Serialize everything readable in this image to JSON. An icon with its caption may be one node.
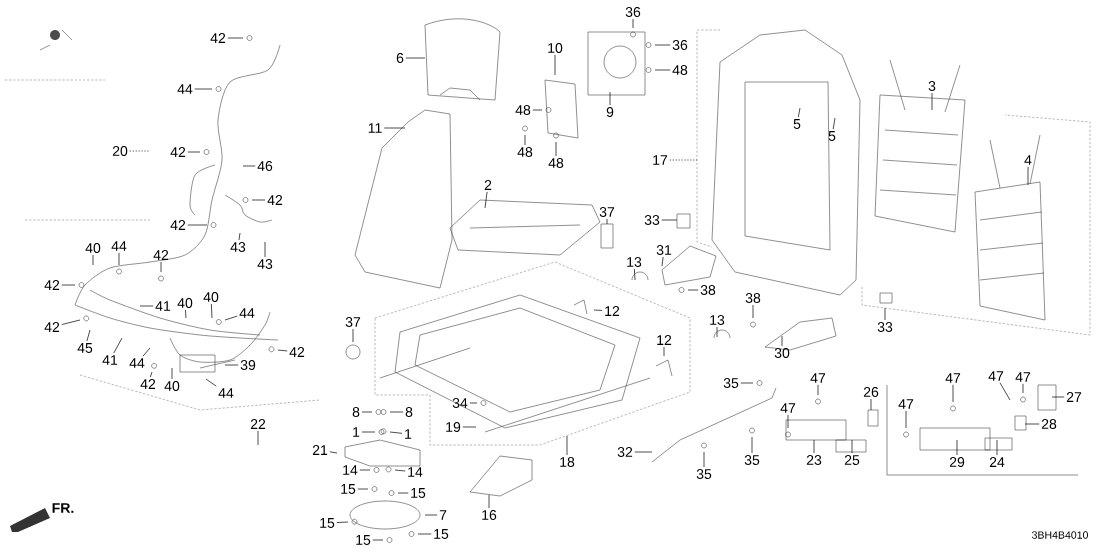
{
  "diagram": {
    "nodes": [
      {
        "text": [
          "42"
        ]
      },
      {
        "text": [
          "44"
        ]
      },
      {
        "text": [
          "20"
        ]
      },
      {
        "text": [
          "42"
        ]
      },
      {
        "text": [
          "46"
        ]
      },
      {
        "text": [
          "42"
        ]
      },
      {
        "text": [
          "42"
        ]
      },
      {
        "text": [
          "43"
        ]
      },
      {
        "text": [
          "43"
        ]
      },
      {
        "text": [
          "40"
        ]
      },
      {
        "text": [
          "44"
        ]
      },
      {
        "text": [
          "42"
        ]
      },
      {
        "text": [
          "42"
        ]
      },
      {
        "text": [
          "41"
        ]
      },
      {
        "text": [
          "40"
        ]
      },
      {
        "text": [
          "40"
        ]
      },
      {
        "text": [
          "44"
        ]
      },
      {
        "text": [
          "42"
        ]
      },
      {
        "text": [
          "45"
        ]
      },
      {
        "text": [
          "41"
        ]
      },
      {
        "text": [
          "44"
        ]
      },
      {
        "text": [
          "42"
        ]
      },
      {
        "text": [
          "40"
        ]
      },
      {
        "text": [
          "44"
        ]
      },
      {
        "text": [
          "39"
        ]
      },
      {
        "text": [
          "42"
        ]
      },
      {
        "text": [
          "22"
        ]
      },
      {
        "text": [
          "6"
        ]
      },
      {
        "text": [
          "11"
        ]
      },
      {
        "text": [
          "36"
        ]
      },
      {
        "text": [
          "36"
        ]
      },
      {
        "text": [
          "10"
        ]
      },
      {
        "text": [
          "48"
        ]
      },
      {
        "text": [
          "9"
        ]
      },
      {
        "text": [
          "48"
        ]
      },
      {
        "text": [
          "48"
        ]
      },
      {
        "text": [
          "48"
        ]
      },
      {
        "text": [
          "17"
        ]
      },
      {
        "text": [
          "2"
        ]
      },
      {
        "text": [
          "37"
        ]
      },
      {
        "text": [
          "33"
        ]
      },
      {
        "text": [
          "31"
        ]
      },
      {
        "text": [
          "13"
        ]
      },
      {
        "text": [
          "38"
        ]
      },
      {
        "text": [
          "12"
        ]
      },
      {
        "text": [
          "12"
        ]
      },
      {
        "text": [
          "37"
        ]
      },
      {
        "text": [
          "8"
        ]
      },
      {
        "text": [
          "8"
        ]
      },
      {
        "text": [
          "1"
        ]
      },
      {
        "text": [
          "1"
        ]
      },
      {
        "text": [
          "21"
        ]
      },
      {
        "text": [
          "14"
        ]
      },
      {
        "text": [
          "14"
        ]
      },
      {
        "text": [
          "15"
        ]
      },
      {
        "text": [
          "15"
        ]
      },
      {
        "text": [
          "7"
        ]
      },
      {
        "text": [
          "15"
        ]
      },
      {
        "text": [
          "15"
        ]
      },
      {
        "text": [
          "15"
        ]
      },
      {
        "text": [
          "34"
        ]
      },
      {
        "text": [
          "19"
        ]
      },
      {
        "text": [
          "18"
        ]
      },
      {
        "text": [
          "16"
        ]
      },
      {
        "text": [
          "32"
        ]
      },
      {
        "text": [
          "35"
        ]
      },
      {
        "text": [
          "35"
        ]
      },
      {
        "text": [
          "35"
        ]
      },
      {
        "text": [
          "13"
        ]
      },
      {
        "text": [
          "38"
        ]
      },
      {
        "text": [
          "30"
        ]
      },
      {
        "text": [
          "33"
        ]
      },
      {
        "text": [
          "3"
        ]
      },
      {
        "text": [
          "4"
        ]
      },
      {
        "text": [
          "5"
        ]
      },
      {
        "text": [
          "5"
        ]
      },
      {
        "text": [
          "47"
        ]
      },
      {
        "text": [
          "47"
        ]
      },
      {
        "text": [
          "26"
        ]
      },
      {
        "text": [
          "23"
        ]
      },
      {
        "text": [
          "25"
        ]
      },
      {
        "text": [
          "47"
        ]
      },
      {
        "text": [
          "47"
        ]
      },
      {
        "text": [
          "47"
        ]
      },
      {
        "text": [
          "47"
        ]
      },
      {
        "text": [
          "27"
        ]
      },
      {
        "text": [
          "28"
        ]
      },
      {
        "text": [
          "29"
        ]
      },
      {
        "text": [
          "24"
        ]
      }
    ],
    "edges": [
      {
        "from": 0,
        "to": null,
        "arrow": "none"
      },
      {
        "from": 1,
        "to": null,
        "arrow": "none"
      },
      {
        "from": 2,
        "to": null,
        "arrow": "none",
        "style": "dashed"
      },
      {
        "from": 3,
        "to": null,
        "arrow": "none"
      },
      {
        "from": 4,
        "to": null,
        "arrow": "none"
      },
      {
        "from": 5,
        "to": null,
        "arrow": "none"
      },
      {
        "from": 6,
        "to": null,
        "arrow": "none"
      },
      {
        "from": 7,
        "to": null,
        "arrow": "none"
      },
      {
        "from": 8,
        "to": null,
        "arrow": "none"
      },
      {
        "from": 9,
        "to": null,
        "arrow": "none"
      },
      {
        "from": 10,
        "to": null,
        "arrow": "none"
      },
      {
        "from": 11,
        "to": null,
        "arrow": "none"
      },
      {
        "from": 12,
        "to": null,
        "arrow": "none"
      },
      {
        "from": 13,
        "to": null,
        "arrow": "none"
      },
      {
        "from": 14,
        "to": null,
        "arrow": "none"
      },
      {
        "from": 15,
        "to": null,
        "arrow": "none"
      },
      {
        "from": 16,
        "to": null,
        "arrow": "none"
      },
      {
        "from": 17,
        "to": null,
        "arrow": "none"
      },
      {
        "from": 18,
        "to": null,
        "arrow": "none"
      },
      {
        "from": 19,
        "to": null,
        "arrow": "none"
      },
      {
        "from": 20,
        "to": null,
        "arrow": "none"
      },
      {
        "from": 21,
        "to": null,
        "arrow": "none"
      },
      {
        "from": 22,
        "to": null,
        "arrow": "none"
      },
      {
        "from": 23,
        "to": null,
        "arrow": "none"
      },
      {
        "from": 24,
        "to": null,
        "arrow": "none"
      },
      {
        "from": 25,
        "to": null,
        "arrow": "none"
      },
      {
        "from": 26,
        "to": null,
        "arrow": "none"
      },
      {
        "from": 27,
        "to": null,
        "arrow": "none"
      },
      {
        "from": 28,
        "to": null,
        "arrow": "none"
      },
      {
        "from": 29,
        "to": null,
        "arrow": "none"
      },
      {
        "from": 30,
        "to": null,
        "arrow": "none"
      },
      {
        "from": 31,
        "to": null,
        "arrow": "none"
      },
      {
        "from": 32,
        "to": null,
        "arrow": "none"
      },
      {
        "from": 33,
        "to": null,
        "arrow": "none"
      },
      {
        "from": 34,
        "to": null,
        "arrow": "none"
      },
      {
        "from": 35,
        "to": null,
        "arrow": "none"
      },
      {
        "from": 36,
        "to": null,
        "arrow": "none"
      },
      {
        "from": 37,
        "to": null,
        "arrow": "none",
        "style": "dashed"
      },
      {
        "from": 38,
        "to": null,
        "arrow": "none"
      },
      {
        "from": 39,
        "to": null,
        "arrow": "none"
      },
      {
        "from": 40,
        "to": null,
        "arrow": "none"
      },
      {
        "from": 41,
        "to": null,
        "arrow": "none"
      },
      {
        "from": 42,
        "to": null,
        "arrow": "none"
      },
      {
        "from": 43,
        "to": null,
        "arrow": "none"
      },
      {
        "from": 44,
        "to": null,
        "arrow": "none"
      },
      {
        "from": 45,
        "to": null,
        "arrow": "none"
      },
      {
        "from": 46,
        "to": null,
        "arrow": "none"
      },
      {
        "from": 47,
        "to": null,
        "arrow": "none"
      },
      {
        "from": 48,
        "to": null,
        "arrow": "none"
      },
      {
        "from": 49,
        "to": null,
        "arrow": "none"
      },
      {
        "from": 50,
        "to": null,
        "arrow": "none"
      },
      {
        "from": 51,
        "to": null,
        "arrow": "none"
      },
      {
        "from": 52,
        "to": null,
        "arrow": "none"
      },
      {
        "from": 53,
        "to": null,
        "arrow": "none"
      },
      {
        "from": 54,
        "to": null,
        "arrow": "none"
      },
      {
        "from": 55,
        "to": null,
        "arrow": "none"
      },
      {
        "from": 56,
        "to": null,
        "arrow": "none"
      },
      {
        "from": 57,
        "to": null,
        "arrow": "none"
      },
      {
        "from": 58,
        "to": null,
        "arrow": "none"
      },
      {
        "from": 59,
        "to": null,
        "arrow": "none"
      },
      {
        "from": 60,
        "to": null,
        "arrow": "none"
      },
      {
        "from": 61,
        "to": null,
        "arrow": "none"
      },
      {
        "from": 62,
        "to": null,
        "arrow": "none"
      },
      {
        "from": 63,
        "to": null,
        "arrow": "none"
      },
      {
        "from": 64,
        "to": null,
        "arrow": "none"
      },
      {
        "from": 65,
        "to": null,
        "arrow": "none"
      },
      {
        "from": 66,
        "to": null,
        "arrow": "none"
      },
      {
        "from": 67,
        "to": null,
        "arrow": "none"
      },
      {
        "from": 68,
        "to": null,
        "arrow": "none"
      },
      {
        "from": 69,
        "to": null,
        "arrow": "none"
      },
      {
        "from": 70,
        "to": null,
        "arrow": "none"
      },
      {
        "from": 71,
        "to": null,
        "arrow": "none"
      },
      {
        "from": 72,
        "to": null,
        "arrow": "none"
      },
      {
        "from": 73,
        "to": null,
        "arrow": "none"
      },
      {
        "from": 74,
        "to": null,
        "arrow": "none"
      },
      {
        "from": 75,
        "to": null,
        "arrow": "none"
      },
      {
        "from": 76,
        "to": null,
        "arrow": "none"
      },
      {
        "from": 77,
        "to": null,
        "arrow": "none"
      },
      {
        "from": 78,
        "to": null,
        "arrow": "none"
      },
      {
        "from": 79,
        "to": null,
        "arrow": "none"
      },
      {
        "from": 80,
        "to": null,
        "arrow": "none"
      },
      {
        "from": 81,
        "to": null,
        "arrow": "none"
      },
      {
        "from": 82,
        "to": null,
        "arrow": "none"
      },
      {
        "from": 83,
        "to": null,
        "arrow": "none"
      },
      {
        "from": 84,
        "to": null,
        "arrow": "none"
      },
      {
        "from": 85,
        "to": null,
        "arrow": "none"
      },
      {
        "from": 86,
        "to": null,
        "arrow": "none"
      },
      {
        "from": 87,
        "to": null,
        "arrow": "none"
      },
      {
        "from": 88,
        "to": null,
        "arrow": "none"
      }
    ],
    "labels": [
      "FR.",
      "3BH4B4010"
    ]
  }
}
